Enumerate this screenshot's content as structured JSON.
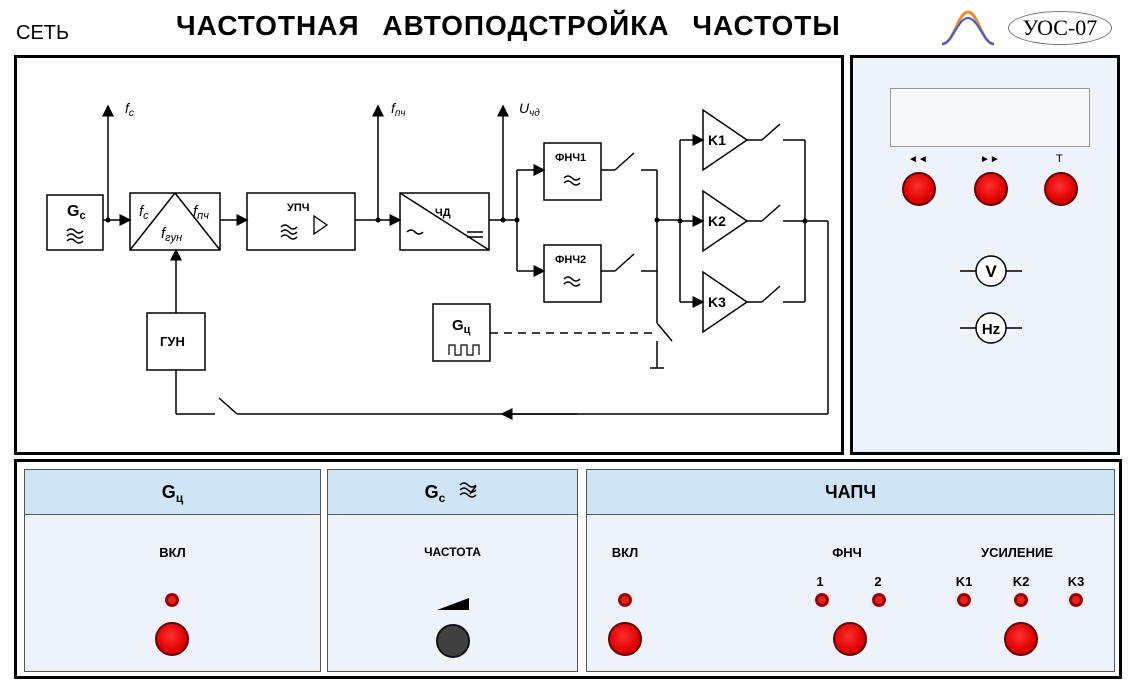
{
  "header": {
    "network": "СЕТЬ",
    "title": "ЧАСТОТНАЯ АВТОПОДСТРОЙКА ЧАСТОТЫ",
    "brand": "УОС-07"
  },
  "diagram": {
    "gc_block": "G",
    "gc_sub": "c",
    "mixer_fc": "f",
    "mixer_fc_sub": "c",
    "mixer_fpch": "f",
    "mixer_fpch_sub": "пч",
    "mixer_fgun": "f",
    "mixer_fgun_sub": "гун",
    "upch": "УПЧ",
    "chd": "ЧД",
    "fnch1": "ФНЧ1",
    "fnch2": "ФНЧ2",
    "k1": "K1",
    "k2": "K2",
    "k3": "K3",
    "gun": "ГУН",
    "gts_block": "G",
    "gts_sub": "ц",
    "out_fc": "f",
    "out_fc_sub": "c",
    "out_fpch": "f",
    "out_fpch_sub": "пч",
    "out_uchd": "U",
    "out_uchd_sub": "чд"
  },
  "meter": {
    "rewind": "◄◄",
    "forward": "►►",
    "t_label": "T",
    "voltmeter": "V",
    "hertz": "Hz"
  },
  "bottom": {
    "gts": {
      "title": "G",
      "title_sub": "ц",
      "on_label": "ВКЛ"
    },
    "gc": {
      "title": "G",
      "title_sub": "c",
      "freq_label": "ЧАСТОТА"
    },
    "chapch": {
      "title": "ЧАПЧ",
      "on_label": "ВКЛ",
      "fnch_label": "ФНЧ",
      "fnch_1": "1",
      "fnch_2": "2",
      "gain_label": "УСИЛЕНИЕ",
      "k1": "K1",
      "k2": "K2",
      "k3": "K3"
    }
  },
  "colors": {
    "panel_bg": "#eef3fb",
    "panel_header": "#cfe4f5",
    "led_red": "#ff1a1a",
    "accent_orange": "#f08a24",
    "accent_blue": "#3a5bd9"
  }
}
